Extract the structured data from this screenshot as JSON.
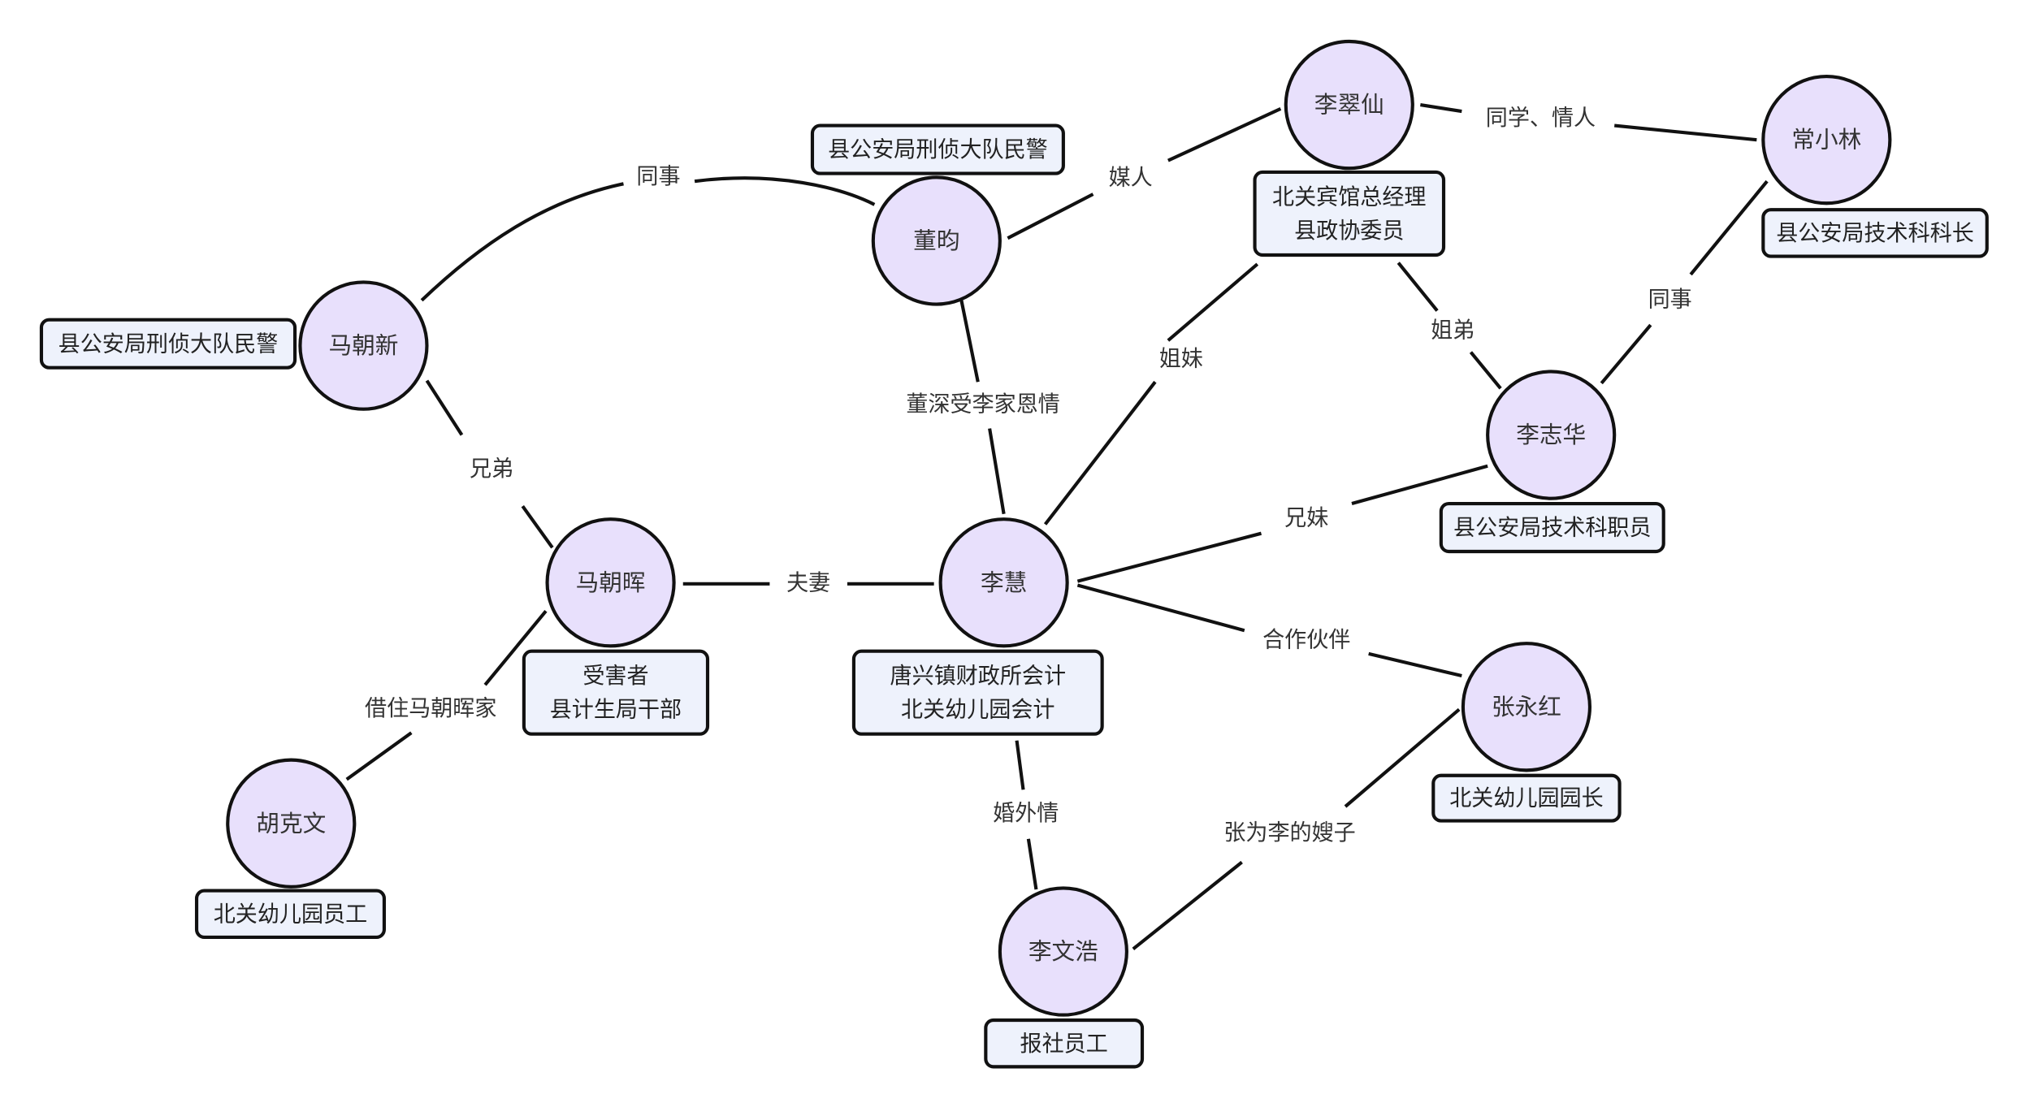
{
  "diagram": {
    "type": "relationship-graph",
    "colors": {
      "node_fill": "#e8e0fc",
      "role_fill": "#eef2fc",
      "stroke": "#111111",
      "text": "#333333"
    },
    "nodes": {
      "mazhaoxin": {
        "name": "马朝新",
        "role": [
          "县公安局刑侦大队民警"
        ]
      },
      "dongyun": {
        "name": "董昀",
        "role": [
          "县公安局刑侦大队民警"
        ]
      },
      "licuixian": {
        "name": "李翠仙",
        "role": [
          "北关宾馆总经理",
          "县政协委员"
        ]
      },
      "changxiaolin": {
        "name": "常小林",
        "role": [
          "县公安局技术科科长"
        ]
      },
      "lizhihua": {
        "name": "李志华",
        "role": [
          "县公安局技术科职员"
        ]
      },
      "mazhaohui": {
        "name": "马朝晖",
        "role": [
          "受害者",
          "县计生局干部"
        ]
      },
      "lihui": {
        "name": "李慧",
        "role": [
          "唐兴镇财政所会计",
          "北关幼儿园会计"
        ]
      },
      "zhangyonghong": {
        "name": "张永红",
        "role": [
          "北关幼儿园园长"
        ]
      },
      "hukewen": {
        "name": "胡克文",
        "role": [
          "北关幼儿园员工"
        ]
      },
      "liwenhao": {
        "name": "李文浩",
        "role": [
          "报社员工"
        ]
      }
    },
    "edges": [
      {
        "from": "mazhaoxin",
        "to": "dongyun",
        "label": "同事"
      },
      {
        "from": "dongyun",
        "to": "licuixian",
        "label": "媒人"
      },
      {
        "from": "licuixian",
        "to": "changxiaolin",
        "label": "同学、情人"
      },
      {
        "from": "dongyun",
        "to": "lihui",
        "label": "董深受李家恩情"
      },
      {
        "from": "licuixian",
        "to": "lihui",
        "label": "姐妹"
      },
      {
        "from": "licuixian",
        "to": "lizhihua",
        "label": "姐弟"
      },
      {
        "from": "changxiaolin",
        "to": "lizhihua",
        "label": "同事"
      },
      {
        "from": "mazhaoxin",
        "to": "mazhaohui",
        "label": "兄弟"
      },
      {
        "from": "mazhaohui",
        "to": "lihui",
        "label": "夫妻"
      },
      {
        "from": "lizhihua",
        "to": "lihui",
        "label": "兄妹"
      },
      {
        "from": "lihui",
        "to": "zhangyonghong",
        "label": "合作伙伴"
      },
      {
        "from": "mazhaohui",
        "to": "hukewen",
        "label": "借住马朝晖家"
      },
      {
        "from": "lihui",
        "to": "liwenhao",
        "label": "婚外情"
      },
      {
        "from": "zhangyonghong",
        "to": "liwenhao",
        "label": "张为李的嫂子"
      }
    ]
  }
}
